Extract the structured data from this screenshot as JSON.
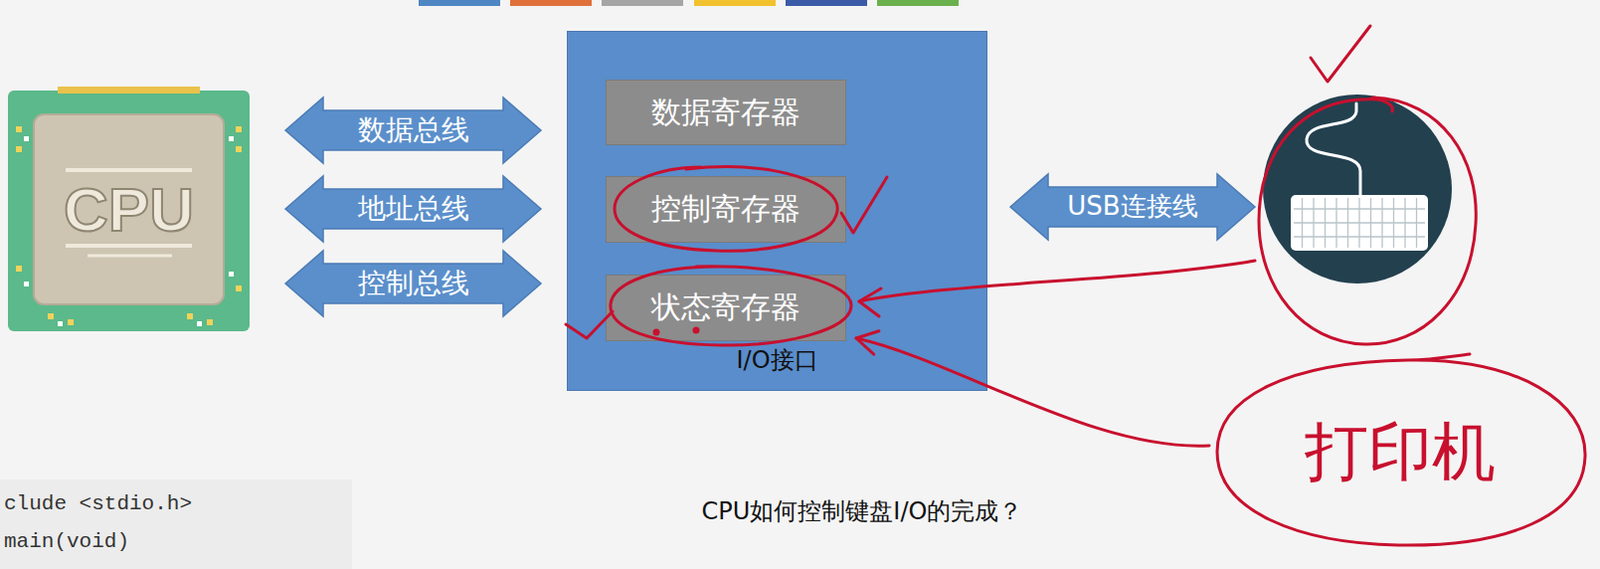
{
  "diagram": {
    "caption": "CPU如何控制键盘I/O的完成？",
    "nodes": [
      {
        "text": [
          "CPU"
        ]
      },
      {
        "text": [
          "I/O接口"
        ]
      },
      {
        "text": [
          "数据寄存器"
        ],
        "in": 1
      },
      {
        "text": [
          "控制寄存器"
        ],
        "in": 1
      },
      {
        "text": [
          "状态寄存器"
        ],
        "in": 1
      },
      {
        "text": [
          "打印机"
        ]
      }
    ],
    "edges": [
      {
        "from": 0,
        "to": 1,
        "arrow": "both",
        "label": "数据总线"
      },
      {
        "from": 0,
        "to": 1,
        "arrow": "both",
        "label": "地址总线"
      },
      {
        "from": 0,
        "to": 1,
        "arrow": "both",
        "label": "控制总线"
      },
      {
        "from": 5,
        "to": 4,
        "arrow": "to"
      }
    ],
    "labels": [
      "USB连接线",
      "clude <stdio.h>",
      "main(void)"
    ]
  }
}
